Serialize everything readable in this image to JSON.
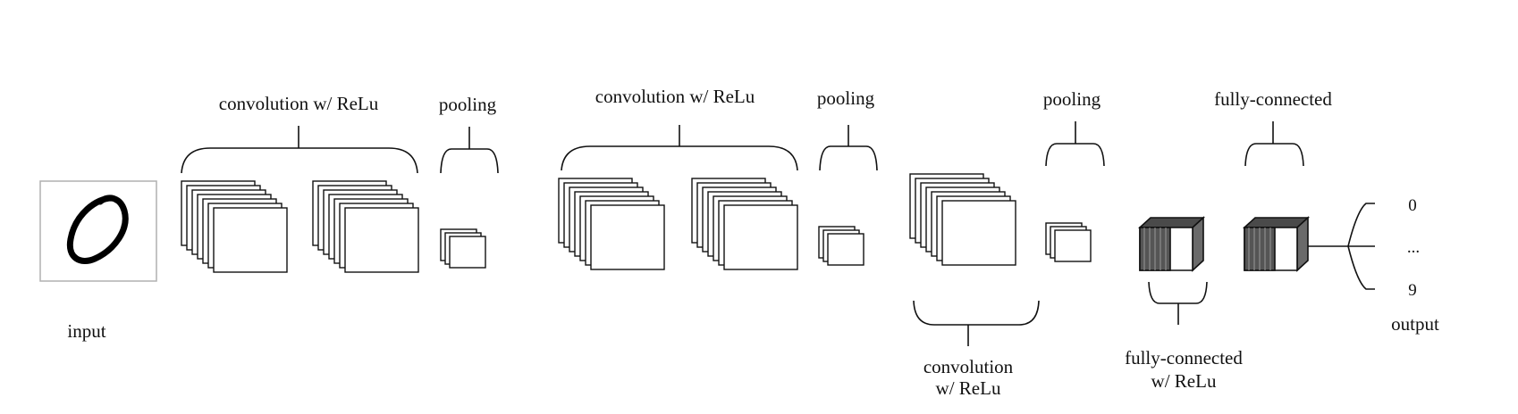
{
  "labels": {
    "input": "input",
    "output": "output",
    "conv1": "convolution w/ ReLu",
    "pool1": "pooling",
    "conv2": "convolution w/ ReLu",
    "pool2": "pooling",
    "conv3_line1": "convolution",
    "conv3_line2": "w/ ReLu",
    "pool3": "pooling",
    "fc1_line1": "fully-connected",
    "fc1_line2": "w/ ReLu",
    "fc2": "fully-connected"
  },
  "outputs": {
    "top": "0",
    "middle": "...",
    "bottom": "9"
  },
  "colors": {
    "stroke": "#111111",
    "fill": "#ffffff",
    "frame": "#b0b0b0",
    "dense_dark": "#4a4a4a"
  }
}
